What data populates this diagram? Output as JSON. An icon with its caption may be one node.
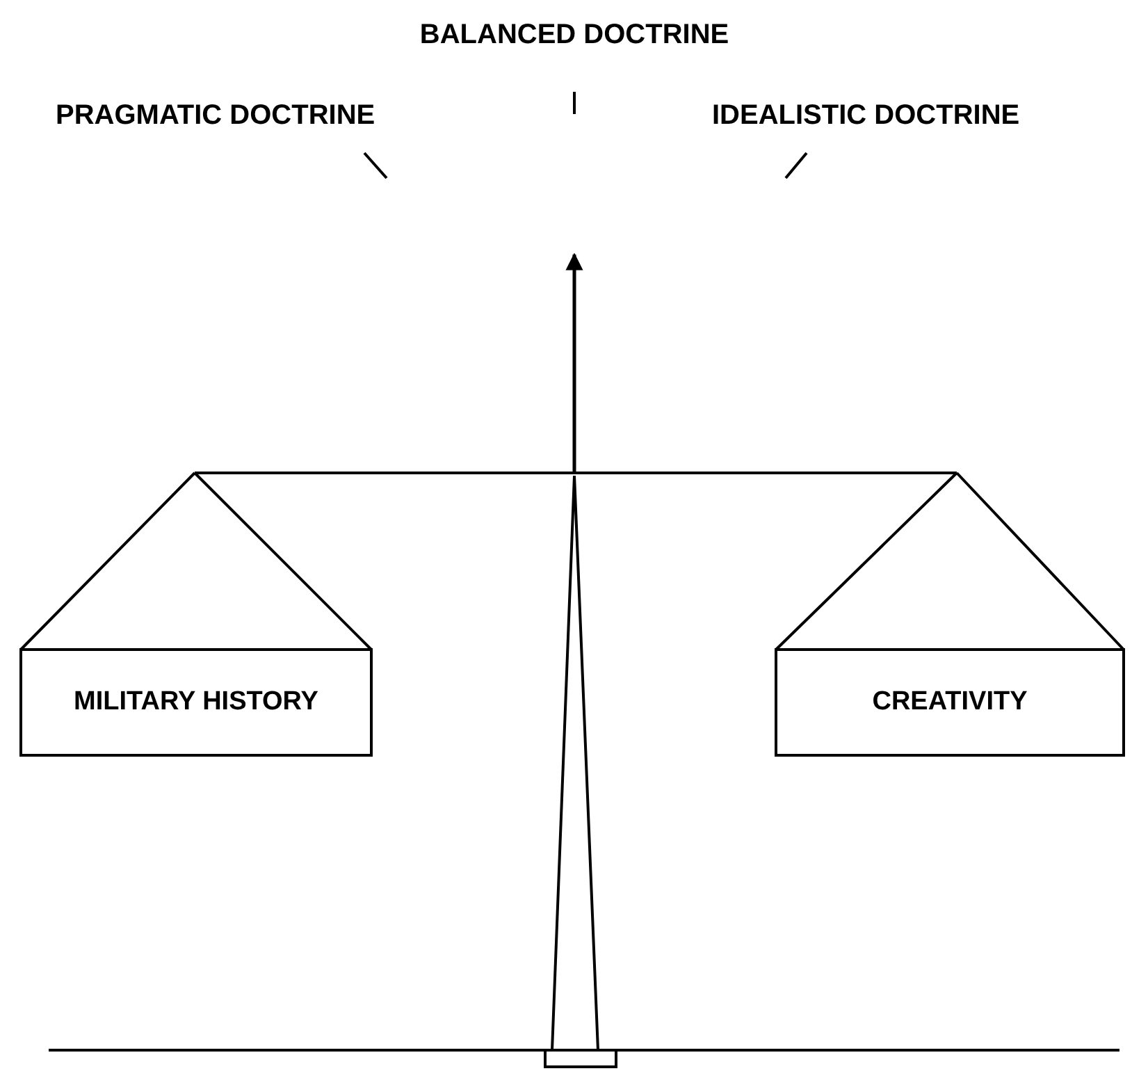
{
  "diagram": {
    "nodes": [
      {
        "text": [],
        "shape": "bar"
      },
      {
        "text": [
          "MILITARY HISTORY"
        ]
      },
      {
        "text": [
          "CREATIVITY"
        ]
      }
    ],
    "edges": [
      {
        "from": 0,
        "to": 1,
        "arrow": "none"
      },
      {
        "from": 0,
        "to": 2,
        "arrow": "none"
      }
    ],
    "labels": [
      "BALANCED DOCTRINE",
      "PRAGMATIC DOCTRINE",
      "IDEALISTIC DOCTRINE"
    ]
  }
}
